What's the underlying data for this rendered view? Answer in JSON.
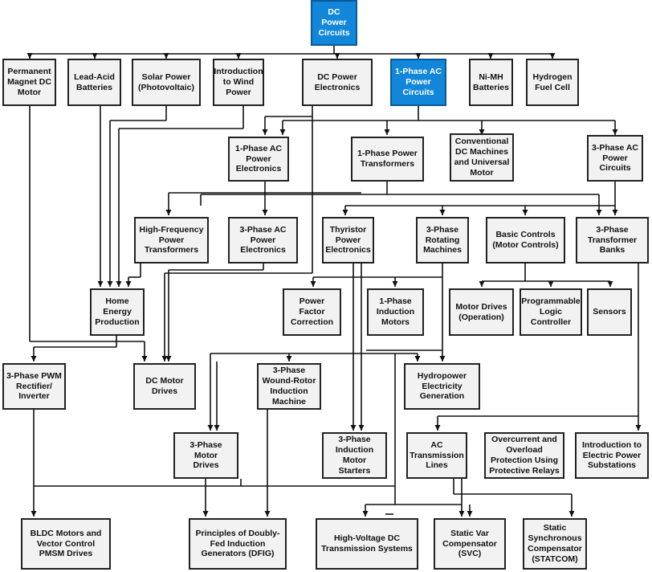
{
  "colors": {
    "box_fill": "#f2f2f2",
    "box_border": "#222222",
    "highlight_fill": "#1287d9",
    "highlight_text": "#ffffff",
    "line": "#111111",
    "background": "#ffffff"
  },
  "nodes": {
    "dc_power_circuits": "DC Power\nCircuits",
    "pm_dc_motor": "Permanent\nMagnet DC\nMotor",
    "lead_acid": "Lead-Acid\nBatteries",
    "solar": "Solar Power\n(Photovoltaic)",
    "wind": "Introduction\nto Wind\nPower",
    "dc_pe": "DC Power\nElectronics",
    "ac1_circuits": "1-Phase AC\nPower\nCircuits",
    "nimh": "Ni-MH\nBatteries",
    "hydrogen": "Hydrogen\nFuel Cell",
    "ac1_pe": "1-Phase AC\nPower\nElectronics",
    "ac1_xfmr": "1-Phase Power\nTransformers",
    "conv_dc": "Conventional\nDC Machines\nand Universal\nMotor",
    "ac3_circuits": "3-Phase AC\nPower\nCircuits",
    "hf_xfmr": "High-Frequency\nPower\nTransformers",
    "ac3_pe": "3-Phase AC\nPower\nElectronics",
    "thyristor": "Thyristor\nPower\nElectronics",
    "rot3": "3-Phase\nRotating\nMachines",
    "basic_ctrl": "Basic Controls\n(Motor Controls)",
    "xfmr_banks": "3-Phase\nTransformer\nBanks",
    "home_energy": "Home\nEnergy\nProduction",
    "pfc": "Power Factor\nCorrection",
    "induction1": "1-Phase\nInduction\nMotors",
    "motor_drives_op": "Motor Drives\n(Operation)",
    "plc": "Programmable\nLogic\nController",
    "sensors": "Sensors",
    "pwm": "3-Phase PWM\nRectifier/\nInverter",
    "dc_drives": "DC Motor\nDrives",
    "wound_rotor": "3-Phase\nWound-Rotor\nInduction\nMachine",
    "hydropower": "Hydropower\nElectricity\nGeneration",
    "motor_drives3": "3-Phase Motor\nDrives",
    "starters": "3-Phase\nInduction\nMotor Starters",
    "ac_lines": "AC\nTransmission\nLines",
    "relays": "Overcurrent and\nOverload\nProtection Using\nProtective Relays",
    "substations": "Introduction to\nElectric Power\nSubstations",
    "bldc": "BLDC Motors and\nVector Control\nPMSM Drives",
    "dfig": "Principles of Doubly-\nFed Induction\nGenerators (DFIG)",
    "hvdc": "High-Voltage DC\nTransmission Systems",
    "svc": "Static Var\nCompensator\n(SVC)",
    "statcom": "Static\nSynchronous\nCompensator\n(STATCOM)"
  }
}
